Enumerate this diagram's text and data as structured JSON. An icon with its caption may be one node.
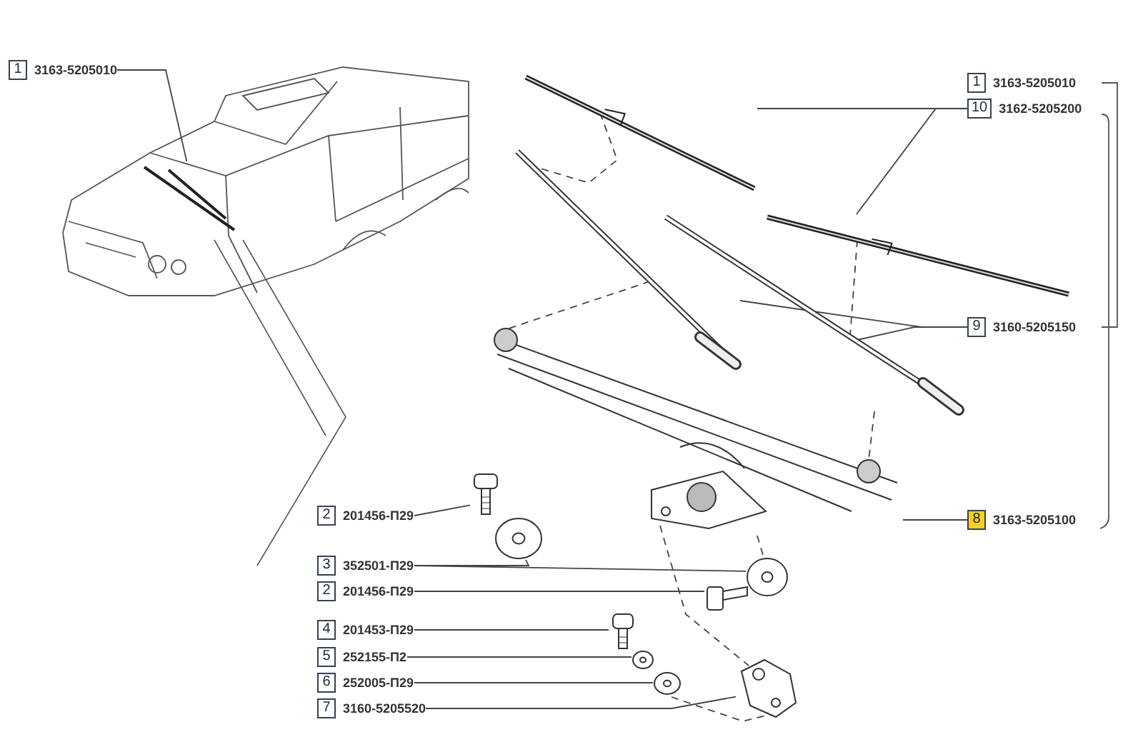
{
  "diagram": {
    "nodes": [
      {
        "text": [
          "1",
          "3163-5205010"
        ]
      },
      {
        "text": [],
        "shape": "picture"
      },
      {
        "text": [],
        "shape": "picture",
        "in": 1
      },
      {
        "text": [
          "1",
          "3163-5205010"
        ]
      },
      {
        "text": [
          "10",
          "3162-5205200"
        ]
      },
      {
        "text": [],
        "shape": "picture"
      },
      {
        "text": [],
        "shape": "picture"
      },
      {
        "text": [],
        "shape": "picture"
      },
      {
        "text": [],
        "shape": "picture"
      },
      {
        "text": [
          "9",
          "3160-5205150"
        ]
      },
      {
        "text": [],
        "shape": "picture"
      },
      {
        "text": [
          "8",
          "3163-5205100"
        ]
      },
      {
        "text": [],
        "shape": "picture"
      },
      {
        "text": [
          "2",
          "201456-П29"
        ]
      },
      {
        "text": [],
        "shape": "picture"
      },
      {
        "text": [
          "3",
          "352501-П29"
        ]
      },
      {
        "text": [],
        "shape": "picture"
      },
      {
        "text": [
          "2",
          "201456-П29"
        ]
      },
      {
        "text": [],
        "shape": "picture"
      },
      {
        "text": [],
        "shape": "picture"
      },
      {
        "text": [
          "4",
          "201453-П29"
        ]
      },
      {
        "text": [],
        "shape": "picture"
      },
      {
        "text": [
          "5",
          "252155-П2"
        ]
      },
      {
        "text": [],
        "shape": "picture"
      },
      {
        "text": [
          "6",
          "252005-П29"
        ]
      },
      {
        "text": [],
        "shape": "picture"
      },
      {
        "text": [
          "7",
          "3160-5205520"
        ]
      }
    ],
    "edges": [
      {
        "from": 0,
        "to": 2,
        "arrow": "none"
      },
      {
        "from": 4,
        "to": 5,
        "arrow": "none"
      },
      {
        "from": 4,
        "to": 6,
        "arrow": "none"
      },
      {
        "from": 9,
        "to": 7,
        "arrow": "none"
      },
      {
        "from": 9,
        "to": 8,
        "arrow": "none"
      },
      {
        "from": 11,
        "to": 10,
        "arrow": "none"
      },
      {
        "from": 13,
        "to": 12,
        "arrow": "none"
      },
      {
        "from": 15,
        "to": 14,
        "arrow": "none"
      },
      {
        "from": 15,
        "to": 16,
        "arrow": "none"
      },
      {
        "from": 17,
        "to": 18,
        "arrow": "none"
      },
      {
        "from": 20,
        "to": 19,
        "arrow": "none"
      },
      {
        "from": 22,
        "to": 21,
        "arrow": "none"
      },
      {
        "from": 24,
        "to": 23,
        "arrow": "none"
      },
      {
        "from": 26,
        "to": 25,
        "arrow": "none"
      },
      {
        "from": 5,
        "to": 7,
        "arrow": "none",
        "style": "dashed"
      },
      {
        "from": 6,
        "to": 8,
        "arrow": "none",
        "style": "dashed"
      },
      {
        "from": 7,
        "to": 10,
        "arrow": "none",
        "style": "dashed"
      },
      {
        "from": 8,
        "to": 10,
        "arrow": "none",
        "style": "dashed"
      },
      {
        "from": 10,
        "to": 25,
        "arrow": "none",
        "style": "dashed"
      },
      {
        "from": 10,
        "to": 16,
        "arrow": "none",
        "style": "dashed"
      },
      {
        "from": 23,
        "to": 25,
        "arrow": "none",
        "style": "dashed"
      }
    ]
  }
}
